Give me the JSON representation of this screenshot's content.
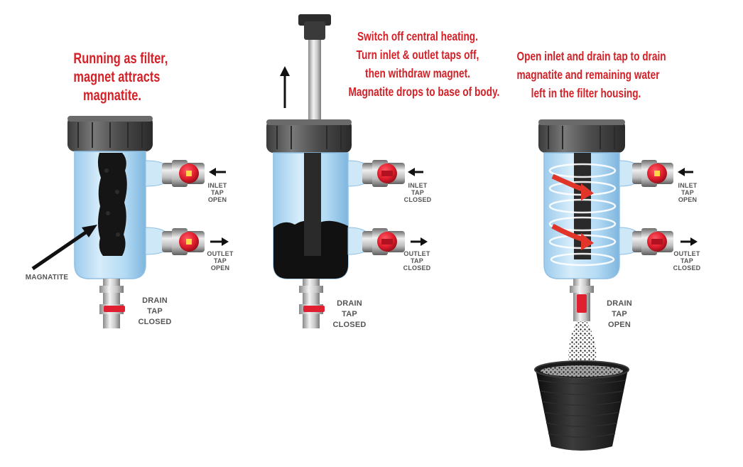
{
  "panels": [
    {
      "title": [
        "Running as filter,",
        "magnet attracts",
        "magnatite."
      ],
      "inlet_tap": [
        "INLET",
        "TAP",
        "OPEN"
      ],
      "outlet_tap": [
        "OUTLET",
        "TAP",
        "OPEN"
      ],
      "drain_tap": [
        "DRAIN",
        "TAP",
        "CLOSED"
      ],
      "callout": "MAGNATITE"
    },
    {
      "title": [
        "Switch off central heating.",
        "Turn inlet & outlet taps off,",
        "then withdraw magnet.",
        "Magnatite drops to base of body."
      ],
      "inlet_tap": [
        "INLET",
        "TAP",
        "CLOSED"
      ],
      "outlet_tap": [
        "OUTLET",
        "TAP",
        "CLOSED"
      ],
      "drain_tap": [
        "DRAIN",
        "TAP",
        "CLOSED"
      ]
    },
    {
      "title": [
        "Open inlet and drain tap to drain",
        "magnatite and remaining water",
        "left in the filter housing."
      ],
      "inlet_tap": [
        "INLET",
        "TAP",
        "OPEN"
      ],
      "outlet_tap": [
        "OUTLET",
        "TAP",
        "CLOSED"
      ],
      "drain_tap": [
        "DRAIN",
        "TAP",
        "OPEN"
      ]
    }
  ],
  "colors": {
    "title_red": "#d42027",
    "label_grey": "#555555",
    "water_blue": "#bcdff5",
    "cap_grey": "#505050",
    "tap_red": "#e02030",
    "magnatite": "#111111"
  },
  "icons": [
    "flow-arrow-icon",
    "withdraw-arrow-icon",
    "swirl-arrow-icon"
  ]
}
